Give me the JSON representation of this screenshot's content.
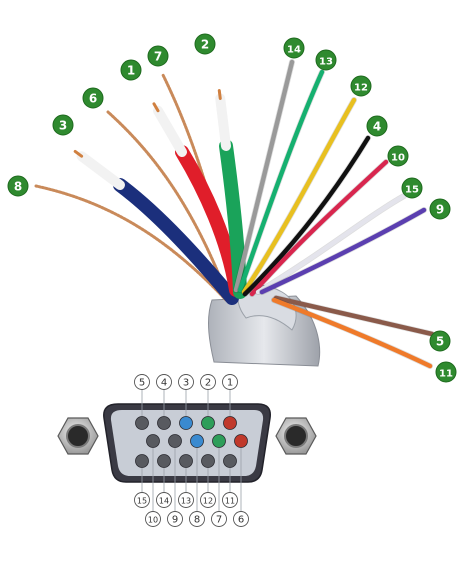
{
  "colors": {
    "badge": "#2f8a2f",
    "connector_body": "#c8cdd6",
    "connector_rim": "#3a3a44",
    "shield": "#c9ccd2",
    "pin_gray": "#585a60",
    "pin_red": "#c0392b",
    "pin_green": "#2e9e5a",
    "pin_blue": "#3a8ad0"
  },
  "wires": [
    {
      "num": "1",
      "type": "coax",
      "jacket": "#e01e2a"
    },
    {
      "num": "2",
      "type": "coax",
      "jacket": "#1aa35a"
    },
    {
      "num": "3",
      "type": "coax",
      "jacket": "#1b2f7c"
    },
    {
      "num": "4",
      "type": "wire",
      "jacket": "#111111"
    },
    {
      "num": "5",
      "type": "wire",
      "jacket": "#8a5a4a"
    },
    {
      "num": "6",
      "type": "braid",
      "jacket": "#c98a5a"
    },
    {
      "num": "7",
      "type": "braid",
      "jacket": "#c98a5a"
    },
    {
      "num": "8",
      "type": "braid",
      "jacket": "#c98a5a"
    },
    {
      "num": "9",
      "type": "wire",
      "jacket": "#5b3fb0"
    },
    {
      "num": "10",
      "type": "wire",
      "jacket": "#d8264e"
    },
    {
      "num": "11",
      "type": "wire",
      "jacket": "#ef7a2a"
    },
    {
      "num": "12",
      "type": "wire",
      "jacket": "#e8c020"
    },
    {
      "num": "13",
      "type": "wire",
      "jacket": "#16b070"
    },
    {
      "num": "14",
      "type": "wire",
      "jacket": "#9a9a9a"
    },
    {
      "num": "15",
      "type": "wire",
      "jacket": "#e4e4ec"
    }
  ],
  "connector": {
    "pins": [
      {
        "num": "1",
        "color": "red"
      },
      {
        "num": "2",
        "color": "green"
      },
      {
        "num": "3",
        "color": "blue"
      },
      {
        "num": "4",
        "color": "gray"
      },
      {
        "num": "5",
        "color": "gray"
      },
      {
        "num": "6",
        "color": "red"
      },
      {
        "num": "7",
        "color": "green"
      },
      {
        "num": "8",
        "color": "blue"
      },
      {
        "num": "9",
        "color": "gray"
      },
      {
        "num": "10",
        "color": "gray"
      },
      {
        "num": "11",
        "color": "gray"
      },
      {
        "num": "12",
        "color": "gray"
      },
      {
        "num": "13",
        "color": "gray"
      },
      {
        "num": "14",
        "color": "gray"
      },
      {
        "num": "15",
        "color": "gray"
      }
    ]
  }
}
